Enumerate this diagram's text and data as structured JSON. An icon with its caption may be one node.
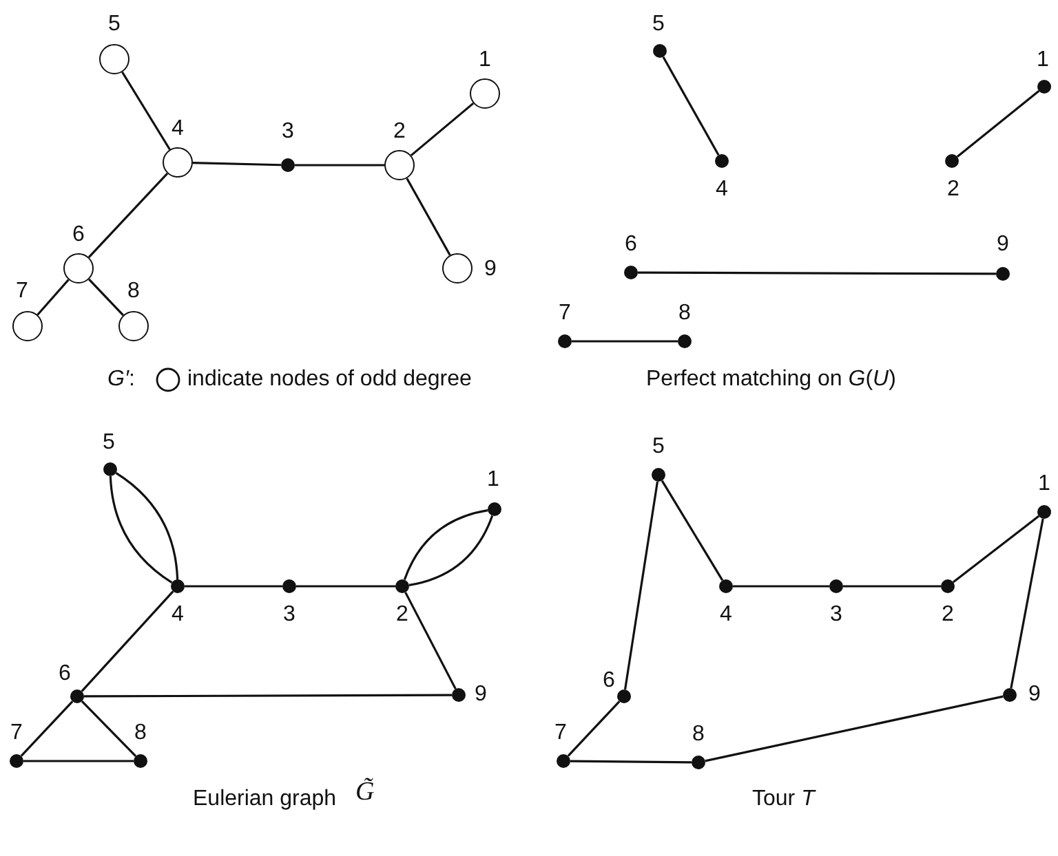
{
  "diagram": {
    "nodes": [
      {
        "text": [],
        "shape": "circle",
        "beside": [
          "1"
        ]
      },
      {
        "text": [],
        "shape": "circle",
        "beside": [
          "2"
        ]
      },
      {
        "text": [],
        "shape": "dot",
        "beside": [
          "3"
        ]
      },
      {
        "text": [],
        "shape": "circle",
        "beside": [
          "4"
        ]
      },
      {
        "text": [],
        "shape": "circle",
        "beside": [
          "5"
        ]
      },
      {
        "text": [],
        "shape": "circle",
        "beside": [
          "6"
        ]
      },
      {
        "text": [],
        "shape": "circle",
        "beside": [
          "7"
        ]
      },
      {
        "text": [],
        "shape": "circle",
        "beside": [
          "8"
        ]
      },
      {
        "text": [],
        "shape": "circle",
        "beside": [
          "9"
        ]
      },
      {
        "text": [],
        "shape": "dot",
        "beside": [
          "1"
        ]
      },
      {
        "text": [],
        "shape": "dot",
        "beside": [
          "2"
        ]
      },
      {
        "text": [],
        "shape": "dot",
        "beside": [
          "4"
        ]
      },
      {
        "text": [],
        "shape": "dot",
        "beside": [
          "5"
        ]
      },
      {
        "text": [],
        "shape": "dot",
        "beside": [
          "6"
        ]
      },
      {
        "text": [],
        "shape": "dot",
        "beside": [
          "7"
        ]
      },
      {
        "text": [],
        "shape": "dot",
        "beside": [
          "8"
        ]
      },
      {
        "text": [],
        "shape": "dot",
        "beside": [
          "9"
        ]
      },
      {
        "text": [],
        "shape": "dot",
        "beside": [
          "1"
        ]
      },
      {
        "text": [],
        "shape": "dot",
        "beside": [
          "2"
        ]
      },
      {
        "text": [],
        "shape": "dot",
        "beside": [
          "3"
        ]
      },
      {
        "text": [],
        "shape": "dot",
        "beside": [
          "4"
        ]
      },
      {
        "text": [],
        "shape": "dot",
        "beside": [
          "5"
        ]
      },
      {
        "text": [],
        "shape": "dot",
        "beside": [
          "6"
        ]
      },
      {
        "text": [],
        "shape": "dot",
        "beside": [
          "7"
        ]
      },
      {
        "text": [],
        "shape": "dot",
        "beside": [
          "8"
        ]
      },
      {
        "text": [],
        "shape": "dot",
        "beside": [
          "9"
        ]
      },
      {
        "text": [],
        "shape": "dot",
        "beside": [
          "1"
        ]
      },
      {
        "text": [],
        "shape": "dot",
        "beside": [
          "2"
        ]
      },
      {
        "text": [],
        "shape": "dot",
        "beside": [
          "3"
        ]
      },
      {
        "text": [],
        "shape": "dot",
        "beside": [
          "4"
        ]
      },
      {
        "text": [],
        "shape": "dot",
        "beside": [
          "5"
        ]
      },
      {
        "text": [],
        "shape": "dot",
        "beside": [
          "6"
        ]
      },
      {
        "text": [],
        "shape": "dot",
        "beside": [
          "7"
        ]
      },
      {
        "text": [],
        "shape": "dot",
        "beside": [
          "8"
        ]
      },
      {
        "text": [],
        "shape": "dot",
        "beside": [
          "9"
        ]
      }
    ],
    "edges": [
      {
        "from": 0,
        "to": 1,
        "arrow": "none"
      },
      {
        "from": 1,
        "to": 2,
        "arrow": "none"
      },
      {
        "from": 2,
        "to": 3,
        "arrow": "none"
      },
      {
        "from": 3,
        "to": 4,
        "arrow": "none"
      },
      {
        "from": 3,
        "to": 5,
        "arrow": "none"
      },
      {
        "from": 5,
        "to": 6,
        "arrow": "none"
      },
      {
        "from": 5,
        "to": 7,
        "arrow": "none"
      },
      {
        "from": 1,
        "to": 8,
        "arrow": "none"
      },
      {
        "from": 12,
        "to": 11,
        "arrow": "none"
      },
      {
        "from": 9,
        "to": 10,
        "arrow": "none"
      },
      {
        "from": 13,
        "to": 16,
        "arrow": "none"
      },
      {
        "from": 14,
        "to": 15,
        "arrow": "none"
      },
      {
        "from": 21,
        "to": 20,
        "arrow": "none"
      },
      {
        "from": 21,
        "to": 20,
        "arrow": "none"
      },
      {
        "from": 17,
        "to": 18,
        "arrow": "none"
      },
      {
        "from": 17,
        "to": 18,
        "arrow": "none"
      },
      {
        "from": 20,
        "to": 19,
        "arrow": "none"
      },
      {
        "from": 19,
        "to": 18,
        "arrow": "none"
      },
      {
        "from": 20,
        "to": 22,
        "arrow": "none"
      },
      {
        "from": 18,
        "to": 25,
        "arrow": "none"
      },
      {
        "from": 22,
        "to": 25,
        "arrow": "none"
      },
      {
        "from": 22,
        "to": 23,
        "arrow": "none"
      },
      {
        "from": 22,
        "to": 24,
        "arrow": "none"
      },
      {
        "from": 23,
        "to": 24,
        "arrow": "none"
      },
      {
        "from": 30,
        "to": 29,
        "arrow": "none"
      },
      {
        "from": 29,
        "to": 28,
        "arrow": "none"
      },
      {
        "from": 28,
        "to": 27,
        "arrow": "none"
      },
      {
        "from": 27,
        "to": 26,
        "arrow": "none"
      },
      {
        "from": 26,
        "to": 34,
        "arrow": "none"
      },
      {
        "from": 34,
        "to": 33,
        "arrow": "none"
      },
      {
        "from": 33,
        "to": 32,
        "arrow": "none"
      },
      {
        "from": 32,
        "to": 31,
        "arrow": "none"
      },
      {
        "from": 31,
        "to": 30,
        "arrow": "none"
      }
    ],
    "labels": [
      "*G′*:",
      "indicate nodes of odd degree",
      "Perfect matching on *G*(*U*)",
      "Eulerian graph",
      "G̃",
      "Tour *T*"
    ]
  }
}
